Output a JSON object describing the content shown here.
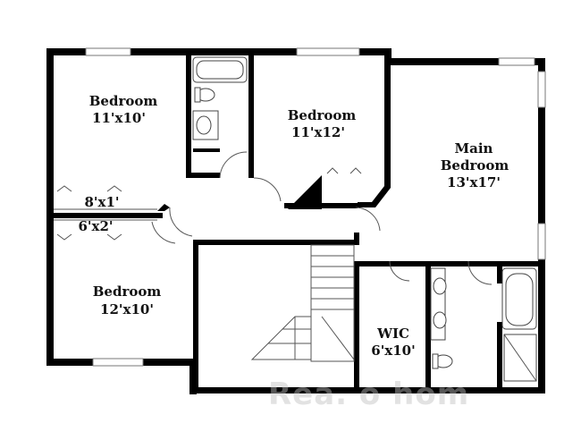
{
  "rooms": {
    "bedroom_nw": {
      "name": "Bedroom",
      "size": "11'x10'"
    },
    "bedroom_center": {
      "name": "Bedroom",
      "size": "11'x12'"
    },
    "main_bedroom": {
      "line1": "Main",
      "line2": "Bedroom",
      "size": "13'x17'"
    },
    "closet_upper": {
      "size": "8'x1'"
    },
    "closet_lower": {
      "size": "6'x2'"
    },
    "bedroom_sw": {
      "name": "Bedroom",
      "size": "12'x10'"
    },
    "wic": {
      "name": "WIC",
      "size": "6'x10'"
    }
  },
  "watermark": {
    "text": "Rea. o  hom"
  }
}
